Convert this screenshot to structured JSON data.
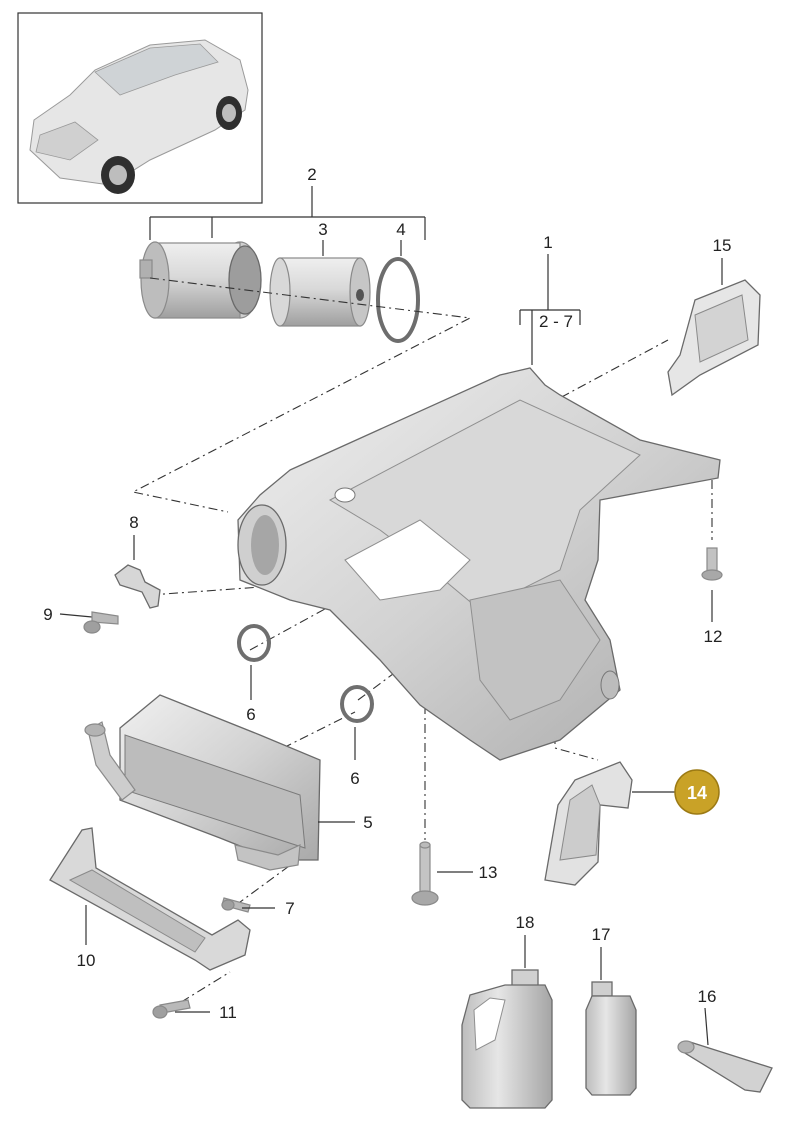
{
  "callouts": {
    "n1": "1",
    "n2": "2",
    "n3": "3",
    "n4": "4",
    "n2_7": "2 - 7",
    "n5": "5",
    "n6a": "6",
    "n6b": "6",
    "n7": "7",
    "n8": "8",
    "n9": "9",
    "n10": "10",
    "n11": "11",
    "n12": "12",
    "n13": "13",
    "n14": "14",
    "n15": "15",
    "n16": "16",
    "n17": "17",
    "n18": "18"
  },
  "colors": {
    "highlight_fill": "#c9a227",
    "highlight_stroke": "#9c7a14",
    "highlight_text": "#ffffff",
    "part_light": "#e4e4e4",
    "part_mid": "#c8c8c8",
    "part_dark": "#9e9e9e",
    "line": "#333333"
  },
  "icons": [
    "vehicle-thumbnail",
    "oil-filter-housing",
    "filter-element",
    "o-ring",
    "oil-pan",
    "oil-cooler",
    "bracket",
    "bolt",
    "gasket",
    "oil-bottle",
    "funnel"
  ]
}
